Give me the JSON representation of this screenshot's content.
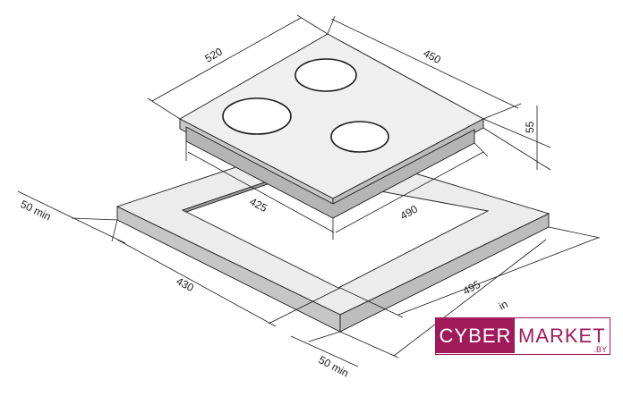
{
  "dimensions": {
    "hob_width": "520",
    "hob_depth": "450",
    "hob_height": "55",
    "cutout_width": "425",
    "cutout_depth": "490",
    "countertop_width": "430",
    "countertop_depth": "495",
    "clearance_left": "50 min",
    "clearance_front": "50 min",
    "clearance_right_partial": "in"
  },
  "logo": {
    "brand_left": "CYBER",
    "brand_right": "MARKET",
    "domain": ".BY"
  },
  "colors": {
    "brand": "#a01a5a",
    "line": "#1a1a1a",
    "surface_top": "#ededed",
    "surface_side": "#c4c4c4"
  }
}
